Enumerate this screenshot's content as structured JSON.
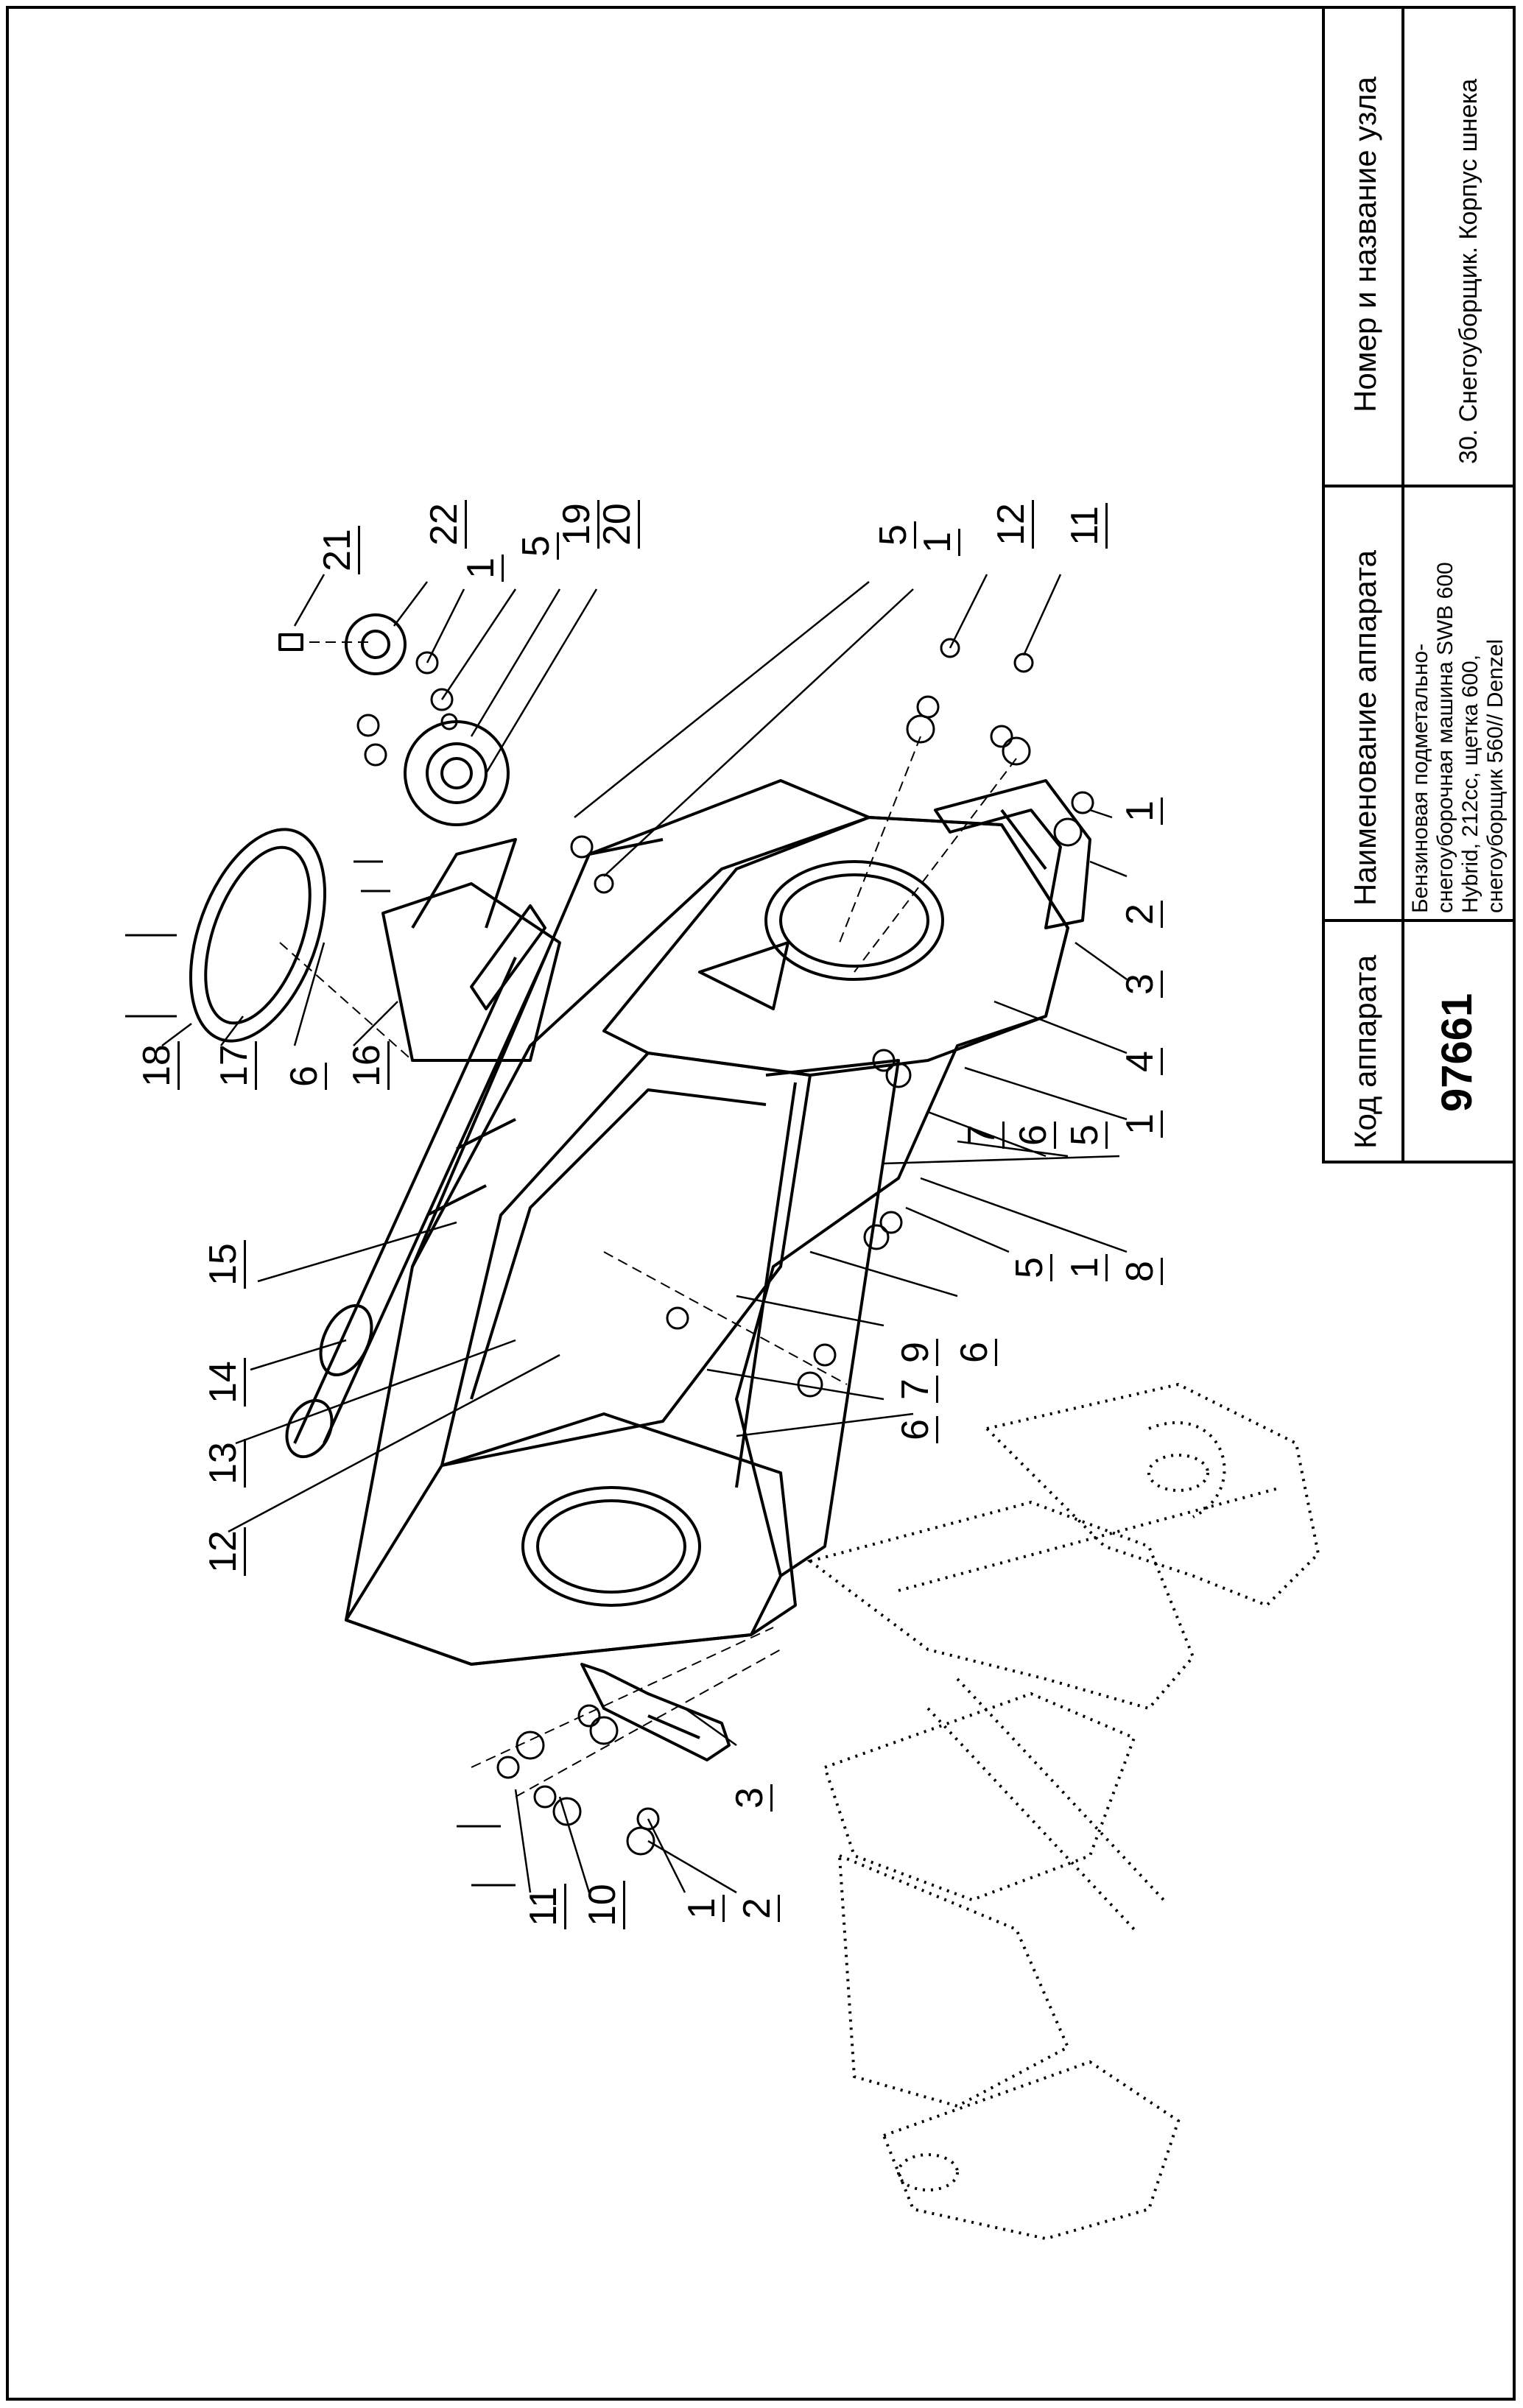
{
  "title_block": {
    "col_code_header": "Код аппарата",
    "code_value": "97661",
    "col_device_header": "Наименование аппарата",
    "device_name_lines": [
      "Бензиновая подметально-",
      "снегоуборочная машина SWB 600",
      "Hybrid, 212cc, щетка 600,",
      "снегоуборщик 560// Denzel"
    ],
    "col_unit_header": "Номер и название узла",
    "unit_value": "30. Снегоуборщик. Корпус шнека"
  },
  "callouts": [
    {
      "id": "c21",
      "label": "21"
    },
    {
      "id": "c22",
      "label": "22"
    },
    {
      "id": "c1a",
      "label": "1"
    },
    {
      "id": "c5a",
      "label": "5"
    },
    {
      "id": "c19",
      "label": "19"
    },
    {
      "id": "c20",
      "label": "20"
    },
    {
      "id": "c5b",
      "label": "5"
    },
    {
      "id": "c1b",
      "label": "1"
    },
    {
      "id": "c12a",
      "label": "12"
    },
    {
      "id": "c11a",
      "label": "11"
    },
    {
      "id": "c1c",
      "label": "1"
    },
    {
      "id": "c2a",
      "label": "2"
    },
    {
      "id": "c3a",
      "label": "3"
    },
    {
      "id": "c4",
      "label": "4"
    },
    {
      "id": "c1d",
      "label": "1"
    },
    {
      "id": "c5c",
      "label": "5"
    },
    {
      "id": "c6a",
      "label": "6"
    },
    {
      "id": "c7a",
      "label": "7"
    },
    {
      "id": "c8",
      "label": "8"
    },
    {
      "id": "c1e",
      "label": "1"
    },
    {
      "id": "c5d",
      "label": "5"
    },
    {
      "id": "c6b",
      "label": "6"
    },
    {
      "id": "c9",
      "label": "9"
    },
    {
      "id": "c6c",
      "label": "6"
    },
    {
      "id": "c7b",
      "label": "7"
    },
    {
      "id": "c18",
      "label": "18"
    },
    {
      "id": "c17",
      "label": "17"
    },
    {
      "id": "c6d",
      "label": "6"
    },
    {
      "id": "c16",
      "label": "16"
    },
    {
      "id": "c15",
      "label": "15"
    },
    {
      "id": "c14",
      "label": "14"
    },
    {
      "id": "c13",
      "label": "13"
    },
    {
      "id": "c12b",
      "label": "12"
    },
    {
      "id": "c3b",
      "label": "3"
    },
    {
      "id": "c11b",
      "label": "11"
    },
    {
      "id": "c10",
      "label": "10"
    },
    {
      "id": "c1f",
      "label": "1"
    },
    {
      "id": "c2b",
      "label": "2"
    }
  ]
}
